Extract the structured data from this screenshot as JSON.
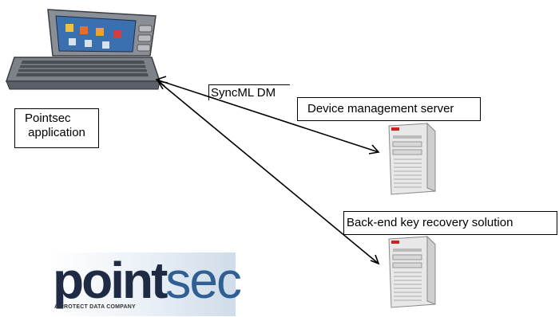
{
  "labels": {
    "device_app": "Pointsec\n application",
    "protocol": "SyncML DM",
    "dm_server": "Device management server",
    "recovery": "Back-end key recovery solution"
  },
  "logo": {
    "word_main": "point",
    "word_accent": "sec",
    "tagline": "A PROTECT DATA COMPANY"
  },
  "colors": {
    "line": "#000000",
    "logo_dark": "#1f2a44",
    "logo_accent": "#2f5f93"
  }
}
